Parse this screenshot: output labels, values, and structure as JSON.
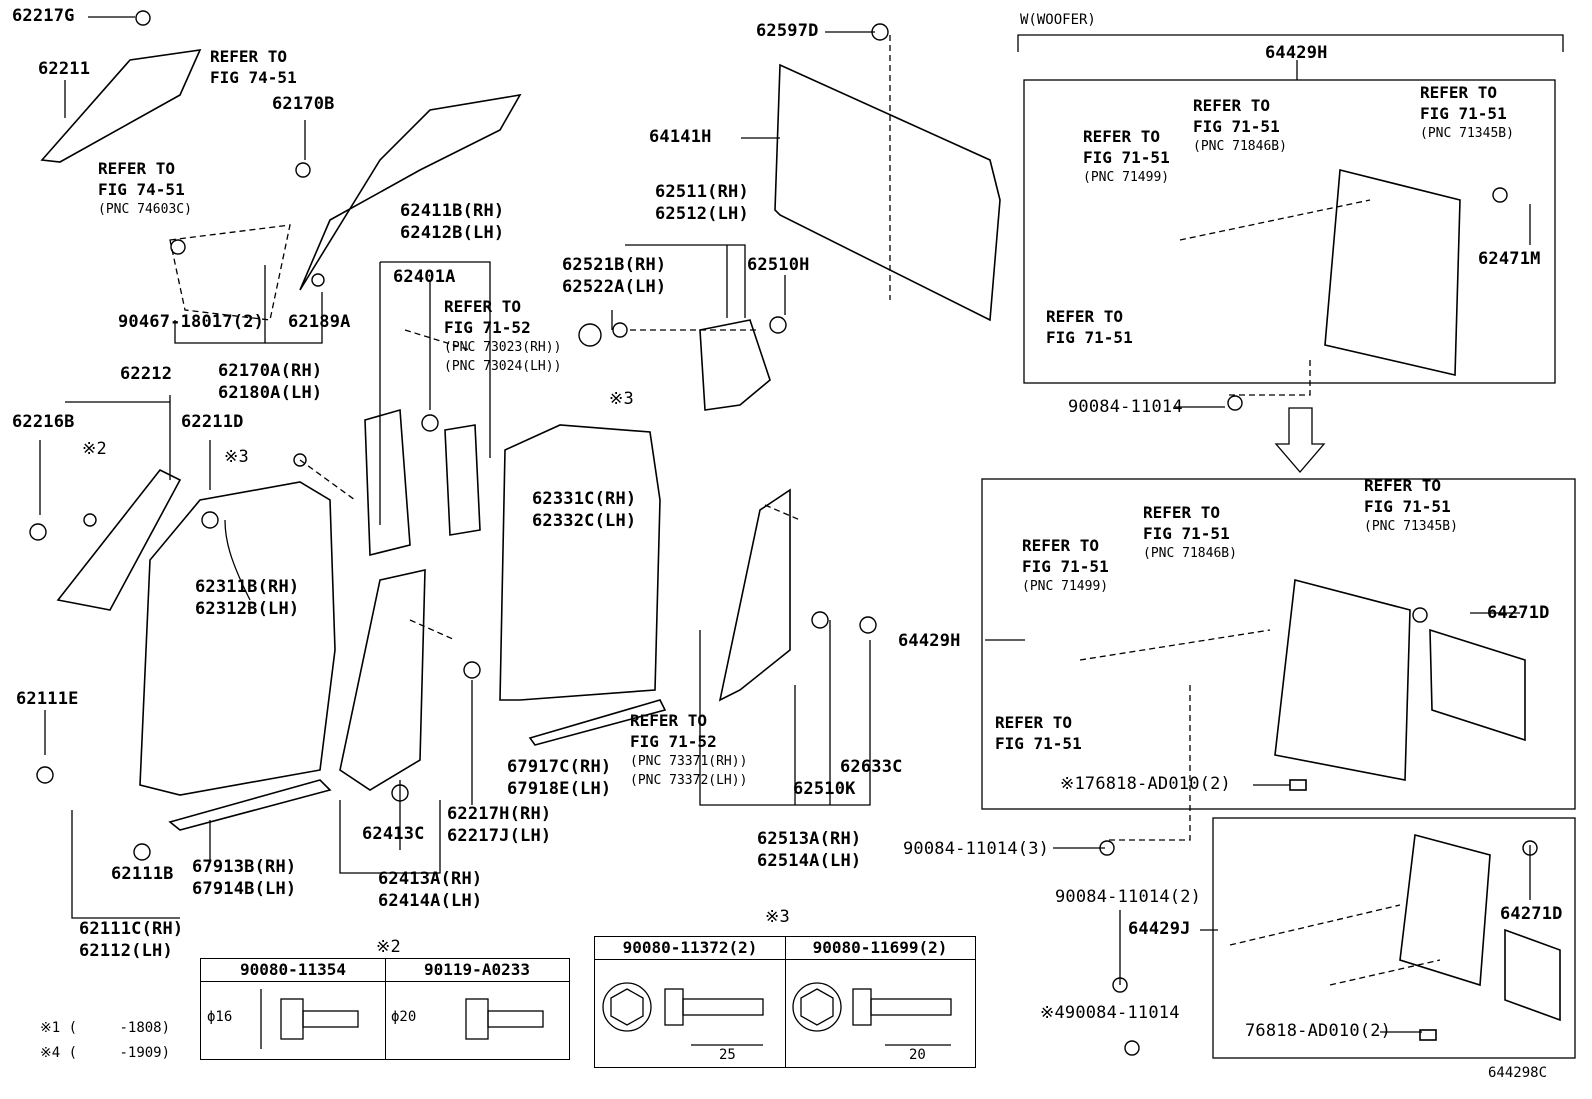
{
  "labels": [
    {
      "id": "62217G",
      "text": "62217G"
    },
    {
      "id": "62211",
      "text": "62211"
    },
    {
      "id": "62170B",
      "text": "62170B"
    },
    {
      "id": "90467",
      "text": "90467-18017(2)"
    },
    {
      "id": "62189A",
      "text": "62189A"
    },
    {
      "id": "62170A",
      "text": "62170A(RH)"
    },
    {
      "id": "62180A",
      "text": "62180A(LH)"
    },
    {
      "id": "62212",
      "text": "62212"
    },
    {
      "id": "62216B",
      "text": "62216B"
    },
    {
      "id": "62211D",
      "text": "62211D"
    },
    {
      "id": "star2",
      "text": "※2"
    },
    {
      "id": "star3a",
      "text": "※3"
    },
    {
      "id": "62311B",
      "text": "62311B(RH)"
    },
    {
      "id": "62312B",
      "text": "62312B(LH)"
    },
    {
      "id": "62111E",
      "text": "62111E"
    },
    {
      "id": "62111B",
      "text": "62111B"
    },
    {
      "id": "62111C",
      "text": "62111C(RH)"
    },
    {
      "id": "62112",
      "text": "62112(LH)"
    },
    {
      "id": "67913B",
      "text": "67913B(RH)"
    },
    {
      "id": "67914B",
      "text": "67914B(LH)"
    },
    {
      "id": "62411B",
      "text": "62411B(RH)"
    },
    {
      "id": "62412B",
      "text": "62412B(LH)"
    },
    {
      "id": "62401A",
      "text": "62401A"
    },
    {
      "id": "62413C",
      "text": "62413C"
    },
    {
      "id": "62217H",
      "text": "62217H(RH)"
    },
    {
      "id": "62217J",
      "text": "62217J(LH)"
    },
    {
      "id": "62413A",
      "text": "62413A(RH)"
    },
    {
      "id": "62414A",
      "text": "62414A(LH)"
    },
    {
      "id": "62597D",
      "text": "62597D"
    },
    {
      "id": "64141H",
      "text": "64141H"
    },
    {
      "id": "62511",
      "text": "62511(RH)"
    },
    {
      "id": "62512",
      "text": "62512(LH)"
    },
    {
      "id": "62521B",
      "text": "62521B(RH)"
    },
    {
      "id": "62522A",
      "text": "62522A(LH)"
    },
    {
      "id": "62510H",
      "text": "62510H"
    },
    {
      "id": "star3b",
      "text": "※3"
    },
    {
      "id": "62331C",
      "text": "62331C(RH)"
    },
    {
      "id": "62332C",
      "text": "62332C(LH)"
    },
    {
      "id": "67917C",
      "text": "67917C(RH)"
    },
    {
      "id": "67918E",
      "text": "67918E(LH)"
    },
    {
      "id": "62633C",
      "text": "62633C"
    },
    {
      "id": "62510K",
      "text": "62510K"
    },
    {
      "id": "62513A",
      "text": "62513A(RH)"
    },
    {
      "id": "62514A",
      "text": "62514A(LH)"
    },
    {
      "id": "woofer",
      "text": "W(WOOFER)"
    },
    {
      "id": "64429H_top",
      "text": "64429H"
    },
    {
      "id": "62471M",
      "text": "62471M"
    },
    {
      "id": "90084_top",
      "text": "90084-11014"
    },
    {
      "id": "64429H_mid",
      "text": "64429H"
    },
    {
      "id": "64271D_mid",
      "text": "64271D"
    },
    {
      "id": "176818",
      "text": "※176818-AD010(2)"
    },
    {
      "id": "90084_3",
      "text": "90084-11014(3)"
    },
    {
      "id": "90084_2",
      "text": "90084-11014(2)"
    },
    {
      "id": "64429J",
      "text": "64429J"
    },
    {
      "id": "64271D_bot",
      "text": "64271D"
    },
    {
      "id": "star4_90084",
      "text": "※490084-11014"
    },
    {
      "id": "76818",
      "text": "76818-AD010(2)"
    },
    {
      "id": "star3c",
      "text": "※3"
    },
    {
      "id": "star2b",
      "text": "※2"
    },
    {
      "id": "fig_id",
      "text": "644298C"
    }
  ],
  "refs": [
    {
      "id": "r1",
      "lines": [
        "REFER TO",
        "FIG 74-51"
      ]
    },
    {
      "id": "r2",
      "lines": [
        "REFER TO",
        "FIG 74-51",
        "(PNC 74603C)"
      ]
    },
    {
      "id": "r3",
      "lines": [
        "REFER TO",
        "FIG 71-52",
        "(PNC 73023(RH))",
        "(PNC 73024(LH))"
      ]
    },
    {
      "id": "r4",
      "lines": [
        "REFER TO",
        "FIG 71-52",
        "(PNC 73371(RH))",
        "(PNC 73372(LH))"
      ]
    },
    {
      "id": "r5",
      "lines": [
        "REFER TO",
        "FIG 71-51",
        "(PNC 71499)"
      ]
    },
    {
      "id": "r6",
      "lines": [
        "REFER TO",
        "FIG 71-51",
        "(PNC 71846B)"
      ]
    },
    {
      "id": "r7",
      "lines": [
        "REFER TO",
        "FIG 71-51",
        "(PNC 71345B)"
      ]
    },
    {
      "id": "r8",
      "lines": [
        "REFER TO",
        "FIG 71-51"
      ]
    },
    {
      "id": "r9",
      "lines": [
        "REFER TO",
        "FIG 71-51",
        "(PNC 71499)"
      ]
    },
    {
      "id": "r10",
      "lines": [
        "REFER TO",
        "FIG 71-51",
        "(PNC 71846B)"
      ]
    },
    {
      "id": "r11",
      "lines": [
        "REFER TO",
        "FIG 71-51",
        "(PNC 71345B)"
      ]
    },
    {
      "id": "r12",
      "lines": [
        "REFER TO",
        "FIG 71-51"
      ]
    }
  ],
  "footnotes": [
    {
      "mark": "※1 (",
      "range": "-1808)"
    },
    {
      "mark": "※4 (",
      "range": "-1909)"
    }
  ],
  "table_star2": {
    "cols": [
      "90080-11354",
      "90119-A0233"
    ],
    "dims": [
      "ϕ16",
      "ϕ20"
    ]
  },
  "table_star3": {
    "cols": [
      "90080-11372(2)",
      "90080-11699(2)"
    ],
    "dims": [
      "25",
      "20"
    ]
  }
}
